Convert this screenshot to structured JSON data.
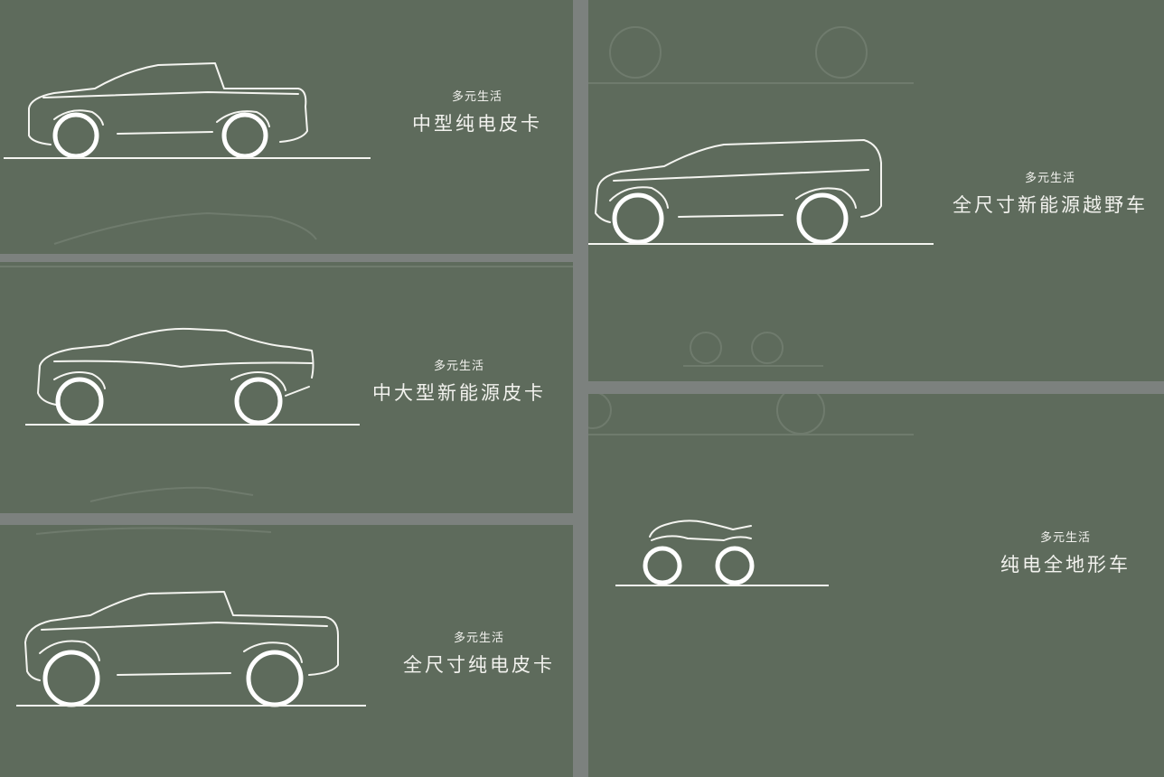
{
  "panels": [
    {
      "tag": "多元生活",
      "title": "中型纯电皮卡"
    },
    {
      "tag": "多元生活",
      "title": "中大型新能源皮卡"
    },
    {
      "tag": "多元生活",
      "title": "全尺寸纯电皮卡"
    },
    {
      "tag": "多元生活",
      "title": "全尺寸新能源越野车"
    },
    {
      "tag": "多元生活",
      "title": "纯电全地形车"
    }
  ],
  "colors": {
    "panel_bg": "#5e6b5c",
    "line": "#f4f4f0",
    "gutter": "#7c817e"
  }
}
